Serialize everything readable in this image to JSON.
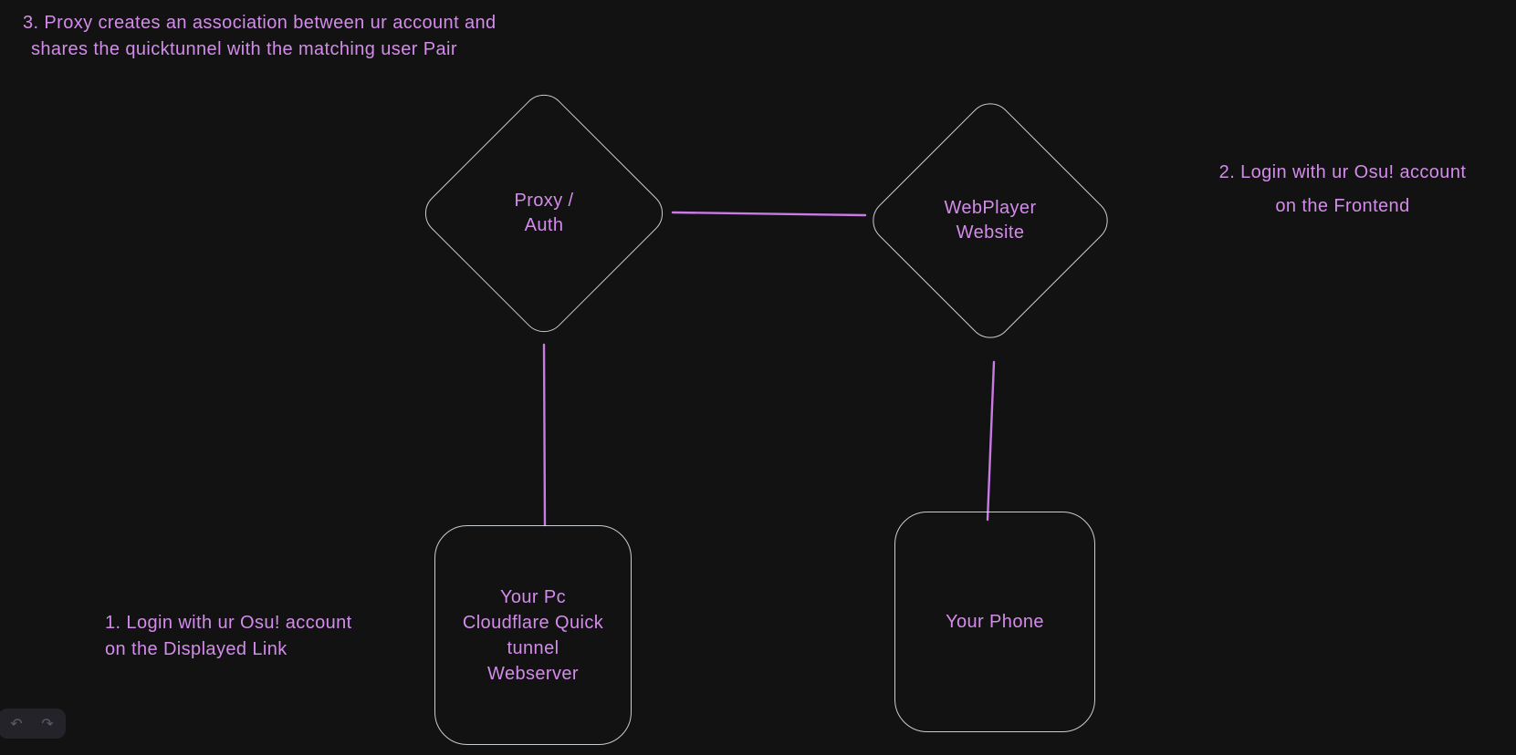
{
  "canvas": {
    "background": "#121212",
    "shape_stroke": "#e1e7ed",
    "text_color": "#d38cea",
    "connector_color": "#c97ae4"
  },
  "annotations": {
    "step3": {
      "line1": "3. Proxy creates an association between ur account and",
      "line2": "shares the quicktunnel with the matching user Pair"
    },
    "step2": {
      "line1": "2. Login with ur Osu! account",
      "line2": "on the Frontend"
    },
    "step1": {
      "line1": "1. Login with ur Osu! account",
      "line2": "on the Displayed Link"
    }
  },
  "nodes": {
    "proxy_auth": {
      "line1": "Proxy /",
      "line2": "Auth"
    },
    "webplayer": {
      "line1": "WebPlayer",
      "line2": "Website"
    },
    "pc_tunnel": {
      "line1": "Your Pc",
      "line2": "Cloudflare Quick",
      "line3": "tunnel",
      "line4": "Webserver"
    },
    "phone": {
      "label": "Your Phone"
    }
  },
  "toolbar": {
    "undo": "↶",
    "redo": "↷"
  }
}
